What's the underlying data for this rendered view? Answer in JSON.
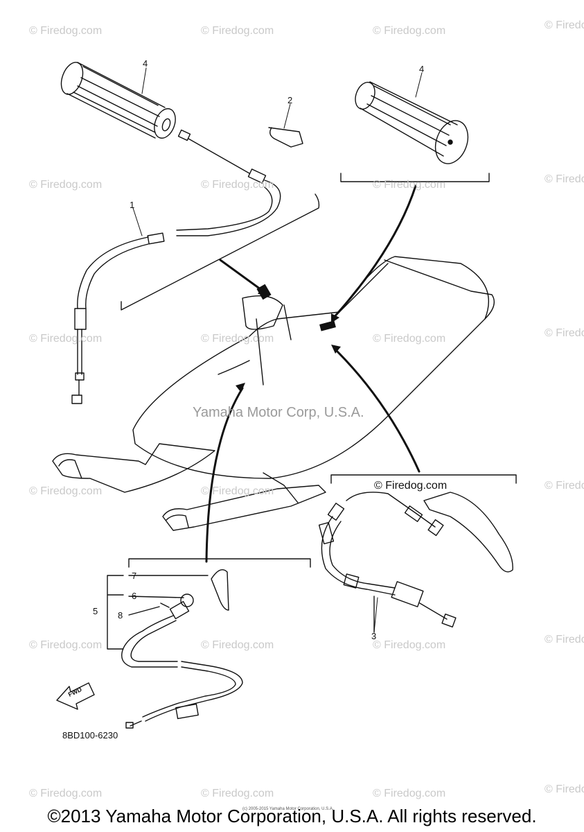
{
  "watermark": "© Firedog.com",
  "center_watermark": "Yamaha Motor Corp, U.S.A.",
  "panel_watermark": "© Firedog.com",
  "callouts": {
    "grip_left": "4",
    "grip_right": "4",
    "clip": "2",
    "cable_throttle": "1",
    "cable_brake": "3",
    "switch_assy": "5",
    "part6": "6",
    "part7": "7",
    "part8": "8"
  },
  "fwd_label": "FWD",
  "part_number": "8BD100-6230",
  "tiny_credit": "(c) 2005-2015 Yamaha Motor Corporation, U.S.A.",
  "copyright": "©2013 Yamaha Motor Corporation, U.S.A. All rights reserved."
}
